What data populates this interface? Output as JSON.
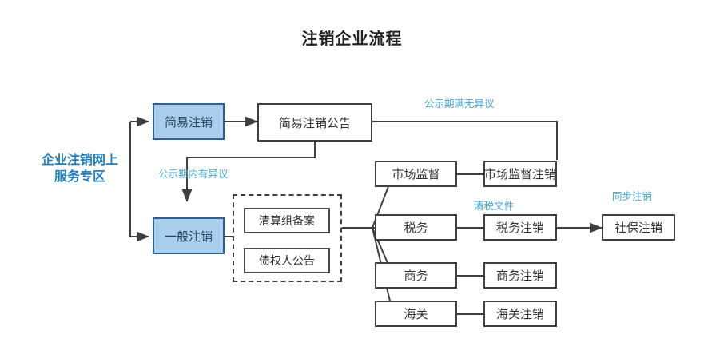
{
  "title": "注销企业流程",
  "entry": {
    "label_line1": "企业注销网上",
    "label_line2": "服务专区"
  },
  "colors": {
    "node_blue_fill": "#a9cfec",
    "node_blue_border": "#2f5f92",
    "annotation_blue": "#3fa9d8",
    "entry_label_blue": "#1f7fc4",
    "node_border": "#3f3f3f",
    "background": "#ffffff"
  },
  "nodes": {
    "simple_cancel": "简易注销",
    "simple_cancel_notice": "简易注销公告",
    "general_cancel": "一般注销",
    "liquidation_filing": "清算组备案",
    "creditor_notice": "债权人公告",
    "market_supervision": "市场监督",
    "market_supervision_cancel": "市场监督注销",
    "tax": "税务",
    "tax_cancel": "税务注销",
    "commerce": "商务",
    "commerce_cancel": "商务注销",
    "customs": "海关",
    "customs_cancel": "海关注销",
    "social_security_cancel": "社保注销"
  },
  "annotations": {
    "no_objection": "公示期满无异议",
    "objection": "公示期内有异议",
    "tax_clearance_doc": "清税文件",
    "sync_cancel": "同步注销"
  },
  "flow": {
    "type": "flowchart",
    "edges": [
      {
        "from": "企业注销网上服务专区",
        "to": "简易注销",
        "label": ""
      },
      {
        "from": "企业注销网上服务专区",
        "to": "一般注销",
        "label": ""
      },
      {
        "from": "简易注销",
        "to": "简易注销公告",
        "label": ""
      },
      {
        "from": "简易注销公告",
        "to": "市场监督注销",
        "label": "公示期满无异议"
      },
      {
        "from": "简易注销公告",
        "to": "一般注销",
        "label": "公示期内有异议"
      },
      {
        "from": "一般注销",
        "to": "清算组备案/债权人公告",
        "label": ""
      },
      {
        "from": "清算组备案/债权人公告",
        "to": "市场监督",
        "label": ""
      },
      {
        "from": "清算组备案/债权人公告",
        "to": "税务",
        "label": ""
      },
      {
        "from": "清算组备案/债权人公告",
        "to": "商务",
        "label": ""
      },
      {
        "from": "清算组备案/债权人公告",
        "to": "海关",
        "label": ""
      },
      {
        "from": "市场监督",
        "to": "市场监督注销",
        "label": ""
      },
      {
        "from": "税务",
        "to": "税务注销",
        "label": "清税文件"
      },
      {
        "from": "商务",
        "to": "商务注销",
        "label": ""
      },
      {
        "from": "海关",
        "to": "海关注销",
        "label": ""
      },
      {
        "from": "税务注销",
        "to": "社保注销",
        "label": "同步注销"
      }
    ]
  }
}
